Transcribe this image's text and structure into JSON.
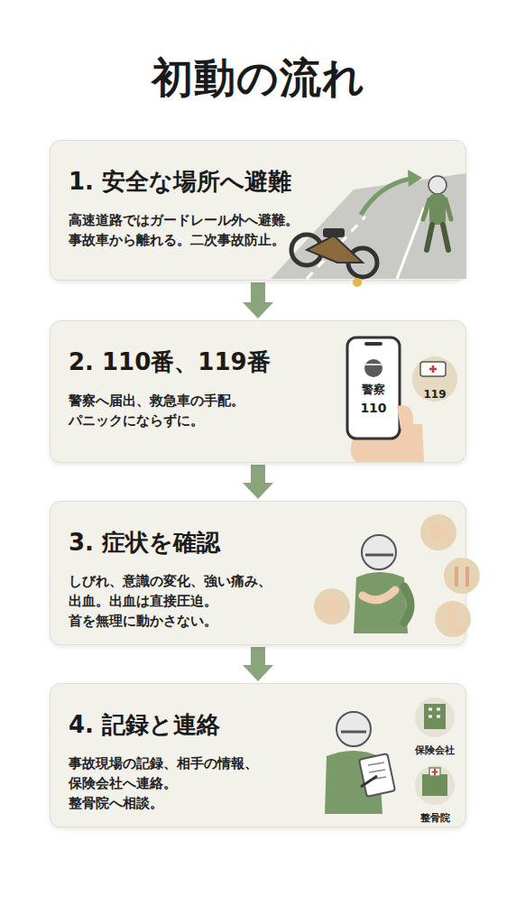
{
  "diagram": {
    "title": "初動の流れ",
    "nodes": [
      {
        "text": [
          "1. 安全な場所へ避難",
          "高速道路ではガードレール外へ避難。 事故車から離れる。二次事故防止。"
        ]
      },
      {
        "text": [
          "2. 110番、119番",
          "警察へ届出、救急車の手配。 パニックにならずに。"
        ]
      },
      {
        "text": [
          "3. 症状を確認",
          "しびれ、意識の変化、強い痛み、 出血。出血は直接圧迫。 首を無理に動かさない。"
        ]
      },
      {
        "text": [
          "4. 記録と連絡",
          "事故現場の記録、相手の情報、 保険会社へ連絡。 整骨院へ相談。"
        ]
      }
    ],
    "edges": [
      {
        "from": 0,
        "to": 1,
        "arrow": "to"
      },
      {
        "from": 1,
        "to": 2,
        "arrow": "to"
      },
      {
        "from": 2,
        "to": 3,
        "arrow": "to"
      }
    ],
    "labels": [
      "警察",
      "110",
      "119",
      "保険会社",
      "整骨院"
    ]
  }
}
